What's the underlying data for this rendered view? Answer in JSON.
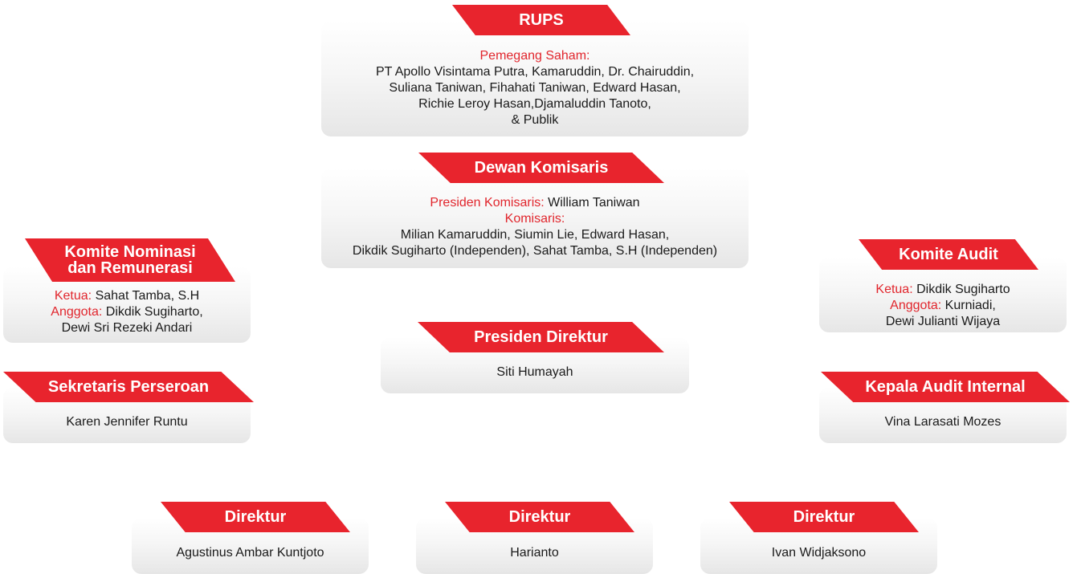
{
  "rups": {
    "title": "RUPS",
    "label": "Pemegang Saham:",
    "lines": [
      "PT Apollo Visintama Putra, Kamaruddin, Dr. Chairuddin,",
      "Suliana Taniwan, Fihahati Taniwan, Edward Hasan,",
      "Richie Leroy Hasan,Djamaluddin Tanoto,",
      "& Publik"
    ]
  },
  "dewan": {
    "title": "Dewan Komisaris",
    "presiden_label": "Presiden Komisaris:",
    "presiden_name": " William Taniwan",
    "komisaris_label": "Komisaris:",
    "lines": [
      "Milian Kamaruddin, Siumin Lie, Edward Hasan,",
      "Dikdik Sugiharto (Independen), Sahat Tamba, S.H (Independen)"
    ]
  },
  "nominasi": {
    "title_line1": "Komite Nominasi",
    "title_line2": "dan Remunerasi",
    "ketua_label": "Ketua:",
    "ketua_name": " Sahat Tamba, S.H",
    "anggota_label": "Anggota:",
    "anggota_name": " Dikdik Sugiharto,",
    "anggota_line2": "Dewi Sri Rezeki Andari"
  },
  "audit": {
    "title": "Komite Audit",
    "ketua_label": "Ketua:",
    "ketua_name": " Dikdik Sugiharto",
    "anggota_label": "Anggota:",
    "anggota_name": " Kurniadi,",
    "anggota_line2": "Dewi Julianti Wijaya"
  },
  "presdir": {
    "title": "Presiden Direktur",
    "name": "Siti Humayah"
  },
  "sekretaris": {
    "title": "Sekretaris Perseroan",
    "name": "Karen Jennifer Runtu"
  },
  "kepala_audit": {
    "title": "Kepala Audit Internal",
    "name": "Vina Larasati Mozes"
  },
  "direktur": [
    {
      "title": "Direktur",
      "name": "Agustinus Ambar Kuntjoto"
    },
    {
      "title": "Direktur",
      "name": "Harianto"
    },
    {
      "title": "Direktur",
      "name": "Ivan Widjaksono"
    }
  ],
  "colors": {
    "accent": "#e8242d",
    "label": "#e1262d"
  }
}
